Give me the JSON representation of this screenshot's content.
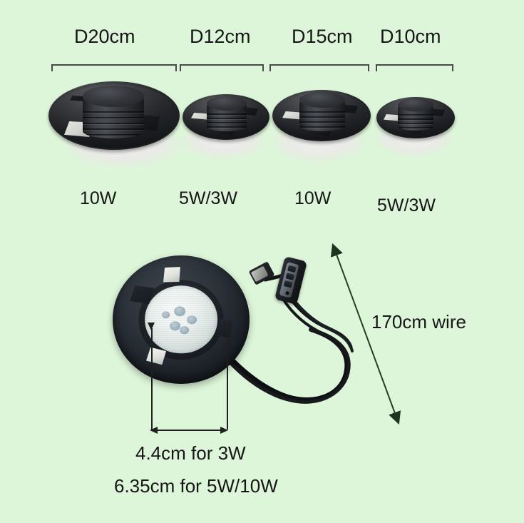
{
  "page": {
    "background_color": "#ddf6d9",
    "text_color": "#161616"
  },
  "size_row": {
    "dimension_labels": [
      {
        "text": "D20cm"
      },
      {
        "text": "D12cm"
      },
      {
        "text": "D15cm"
      },
      {
        "text": "D10cm"
      }
    ],
    "wattage_labels": [
      {
        "text": "10W"
      },
      {
        "text": "5W/3W"
      },
      {
        "text": "10W"
      },
      {
        "text": "5W/3W"
      }
    ]
  },
  "detail_view": {
    "wire_label": "170cm wire",
    "measurement_lines": [
      {
        "text": "4.4cm for 3W"
      },
      {
        "text": "6.35cm for 5W/10W"
      }
    ]
  },
  "icons": {
    "usb": "usb-plug-icon",
    "switch": "inline-switch-icon",
    "bracket": "dimension-bracket-icon",
    "arrow": "dimension-arrow-icon"
  }
}
